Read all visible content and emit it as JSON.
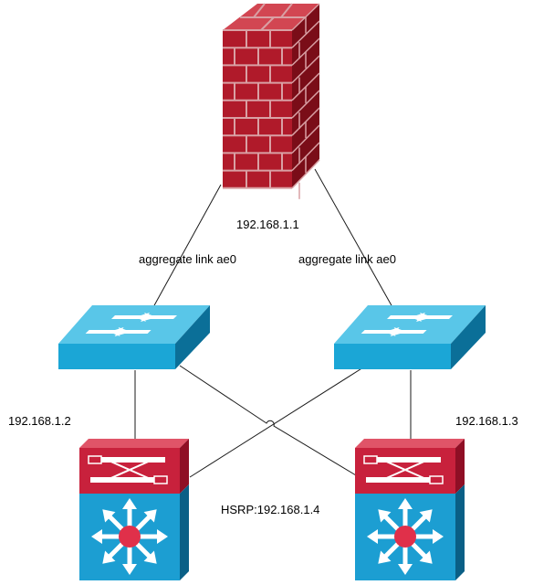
{
  "colors": {
    "background": "#ffffff",
    "link_line": "#1a1a1a",
    "brick_front": "#b01a2a",
    "brick_side": "#7a0d18",
    "brick_top": "#d24652",
    "mortar": "#d9a0a4",
    "switch_top": "#59c6e8",
    "switch_front": "#1ba6d6",
    "switch_side": "#0b6f98",
    "router_red_front": "#c8213c",
    "router_red_top": "#e05468",
    "router_red_side": "#8f0f25",
    "router_blue_front": "#1c9ed2",
    "router_blue_side": "#0a5f86",
    "router_center": "#e0304a",
    "arrow_white": "#ffffff"
  },
  "nodes": {
    "firewall": {
      "icon": "firewall-icon",
      "label": "192.168.1.1"
    },
    "switch_left": {
      "icon": "switch-icon"
    },
    "switch_right": {
      "icon": "switch-icon"
    },
    "core_left": {
      "icon": "layer3-switch-icon",
      "label": "192.168.1.2"
    },
    "core_right": {
      "icon": "layer3-switch-icon",
      "label": "192.168.1.3"
    }
  },
  "links": {
    "left_uplink_label": "aggregate link ae0",
    "right_uplink_label": "aggregate link ae0"
  },
  "hsrp_label": "HSRP:192.168.1.4"
}
